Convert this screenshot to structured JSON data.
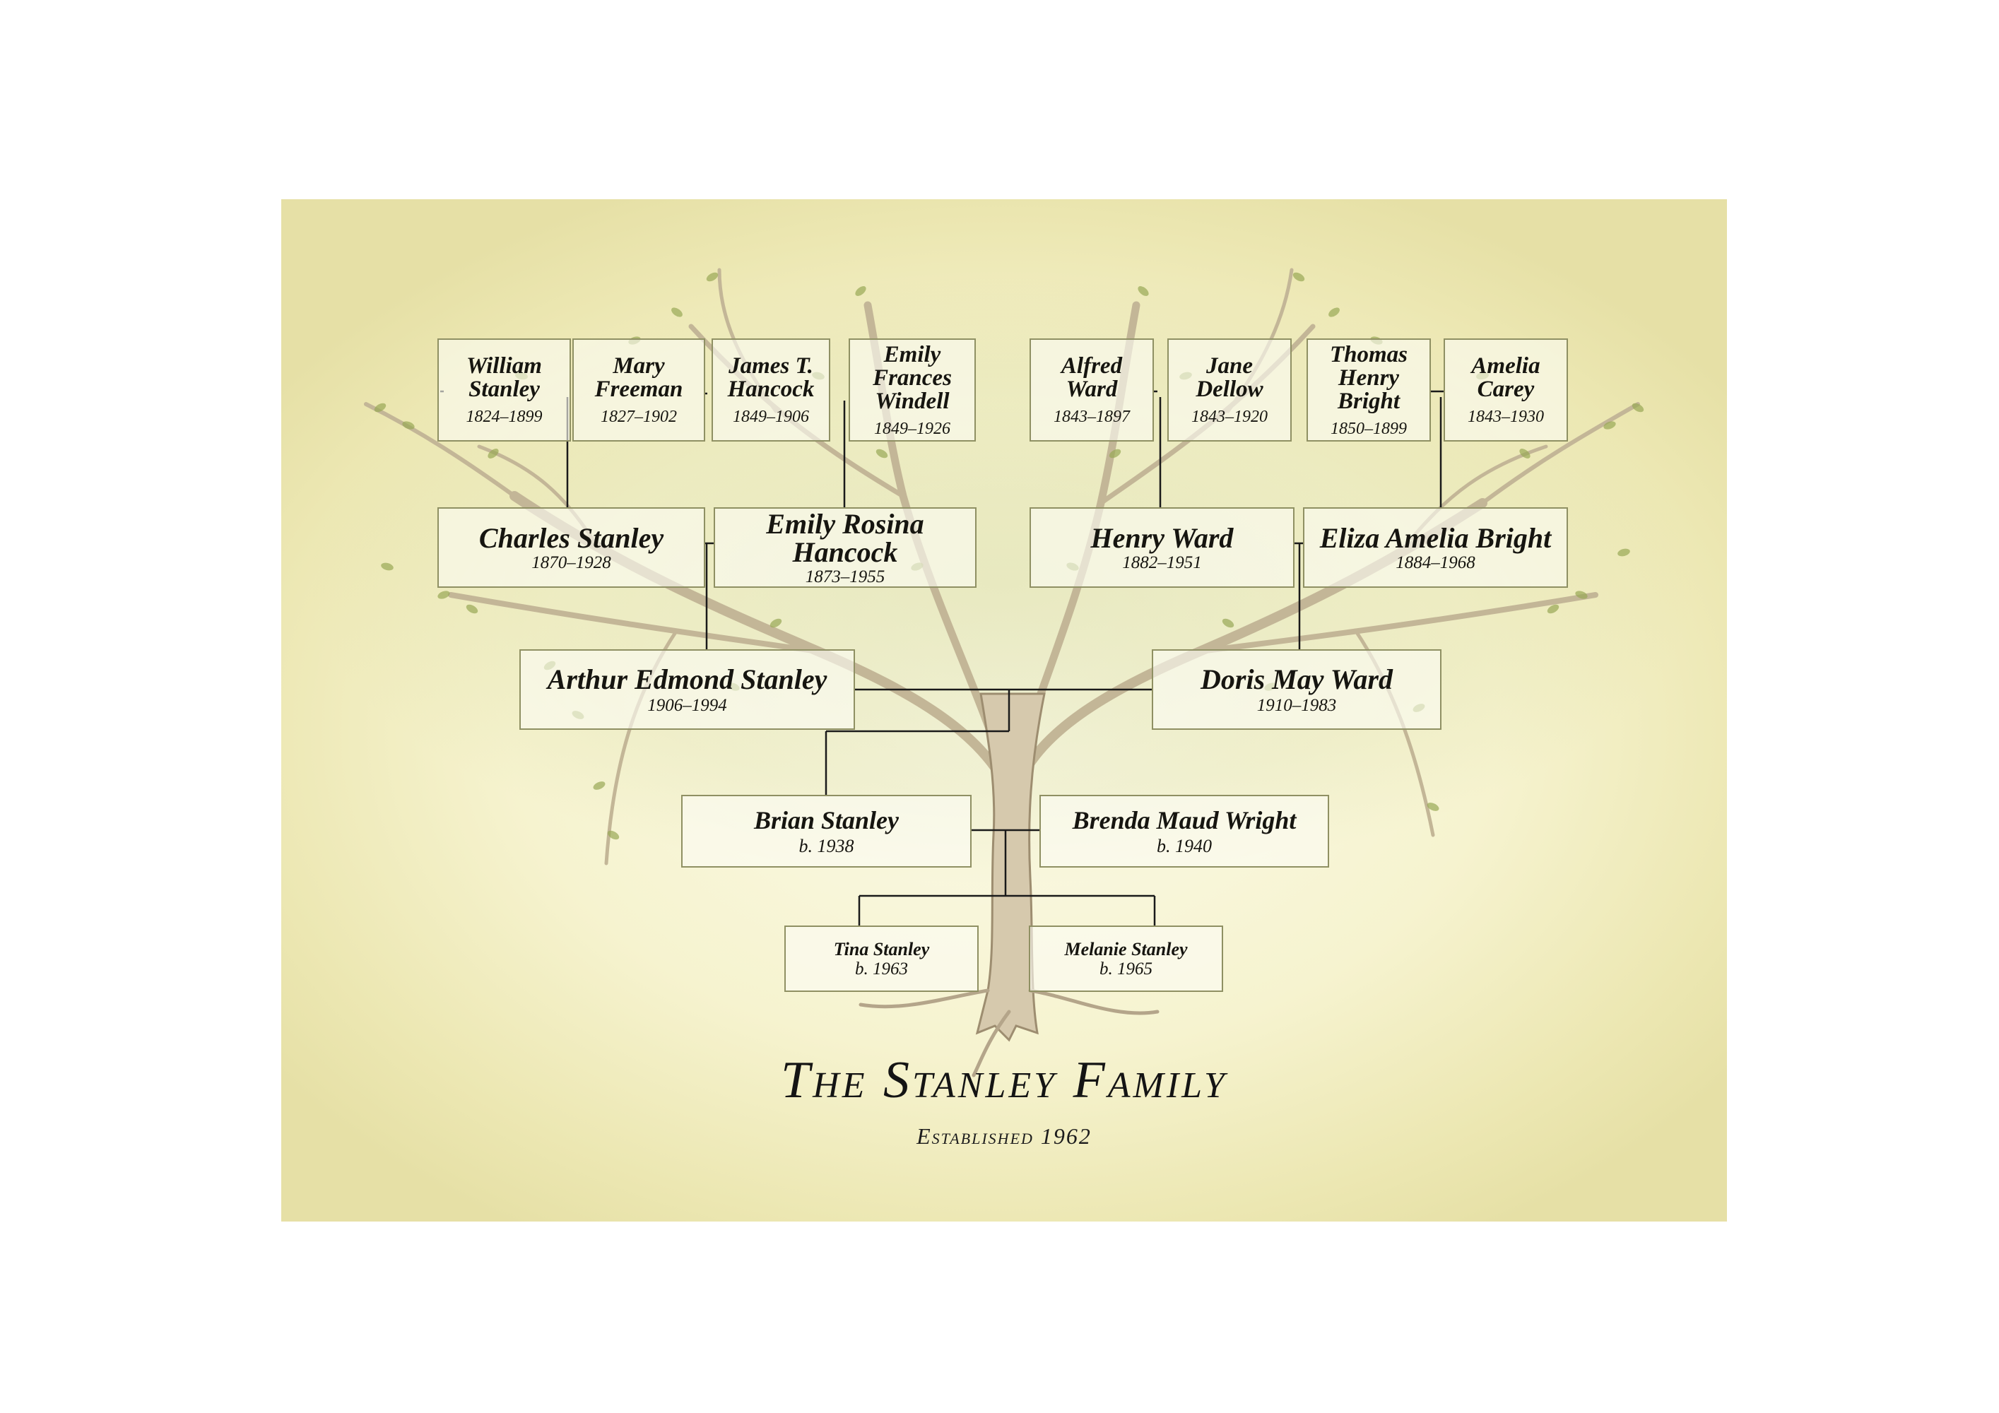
{
  "title": "The Stanley Family",
  "subtitle": "Established 1962",
  "colors": {
    "paper": "#f6f3cf",
    "box_border": "#8f9063",
    "leaf": "#8fa24a",
    "trunk": "#b9a98c",
    "connector": "#1a1a1a"
  },
  "people": {
    "william_stanley": {
      "name": "William Stanley",
      "dates": "1824–1899"
    },
    "mary_freeman": {
      "name": "Mary Freeman",
      "dates": "1827–1902"
    },
    "james_hancock": {
      "name": "James T. Hancock",
      "dates": "1849–1906"
    },
    "emily_windell": {
      "name": "Emily Frances Windell",
      "dates": "1849–1926"
    },
    "alfred_ward": {
      "name": "Alfred Ward",
      "dates": "1843–1897"
    },
    "jane_dellow": {
      "name": "Jane Dellow",
      "dates": "1843–1920"
    },
    "thomas_bright": {
      "name": "Thomas Henry Bright",
      "dates": "1850–1899"
    },
    "amelia_carey": {
      "name": "Amelia Carey",
      "dates": "1843–1930"
    },
    "charles_stanley": {
      "name": "Charles Stanley",
      "dates": "1870–1928"
    },
    "emily_hancock": {
      "name": "Emily Rosina Hancock",
      "dates": "1873–1955"
    },
    "henry_ward": {
      "name": "Henry Ward",
      "dates": "1882–1951"
    },
    "eliza_bright": {
      "name": "Eliza Amelia Bright",
      "dates": "1884–1968"
    },
    "arthur_stanley": {
      "name": "Arthur Edmond Stanley",
      "dates": "1906–1994"
    },
    "doris_ward": {
      "name": "Doris May Ward",
      "dates": "1910–1983"
    },
    "brian_stanley": {
      "name": "Brian Stanley",
      "dates": "b. 1938"
    },
    "brenda_wright": {
      "name": "Brenda Maud Wright",
      "dates": "b. 1940"
    },
    "tina_stanley": {
      "name": "Tina Stanley",
      "dates": "b. 1963"
    },
    "melanie_stanley": {
      "name": "Melanie Stanley",
      "dates": "b. 1965"
    }
  }
}
